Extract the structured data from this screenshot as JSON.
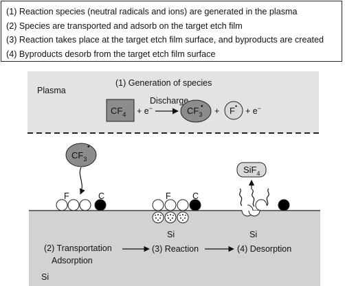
{
  "steps": [
    "(1) Reaction species (neutral radicals and ions) are generated in the plasma",
    "(2) Species are transported and adsorb on the target etch film",
    "(3) Reaction takes place at the target etch film surface, and byproducts are created",
    "(4) Byproducts desorb from the target etch film surface"
  ],
  "plasma": {
    "region_label": "Plasma",
    "title": "(1) Generation of species",
    "reactant_main": "CF",
    "reactant_sub": "4",
    "plus1": "+ e",
    "electron_sup": "−",
    "arrow_label": "Discharge",
    "product1_main": "CF",
    "product1_sub": "3",
    "plus2": "+",
    "product2_main": "F",
    "plus3": "+ e",
    "radical_dot": "•"
  },
  "adsorption": {
    "radical_main": "CF",
    "radical_sub": "3",
    "f_label": "F",
    "c_label": "C"
  },
  "reaction": {
    "f_label": "F",
    "c_label": "C",
    "si_label": "Si"
  },
  "desorption": {
    "product_main": "SiF",
    "product_sub": "4",
    "si_label": "Si"
  },
  "substrate": {
    "label": "Si",
    "stage2_line1": "(2) Transportation",
    "stage2_line2": "Adsorption",
    "stage3": "(3) Reaction",
    "stage4": "(4) Desorption"
  },
  "colors": {
    "plasma_bg": "#e3e3e3",
    "substrate_bg": "#d2d2d2",
    "species_fill": "#8c8c8c",
    "f_atom_fill": "#ffffff",
    "c_atom_fill": "#000000",
    "product_fill": "#d9d9d9"
  }
}
